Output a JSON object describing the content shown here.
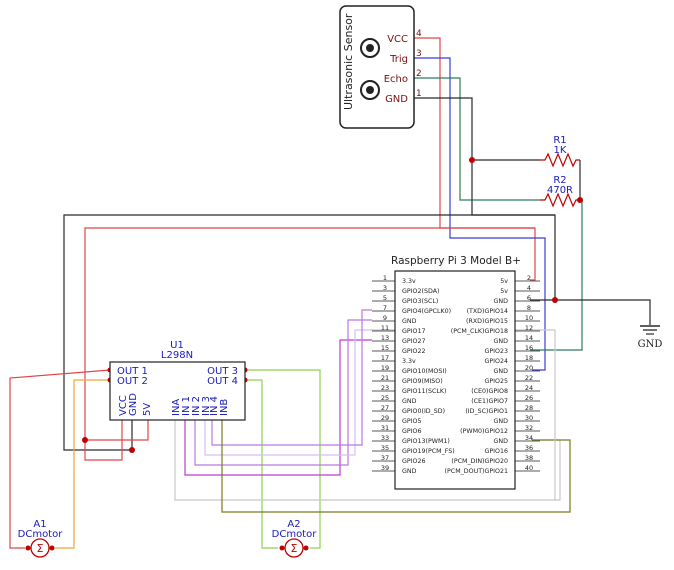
{
  "sensor": {
    "title": "Ultrasonic Sensor",
    "pins": [
      {
        "name": "VCC",
        "num": "4"
      },
      {
        "name": "Trig",
        "num": "3"
      },
      {
        "name": "Echo",
        "num": "2"
      },
      {
        "name": "GND",
        "num": "1"
      }
    ]
  },
  "r1": {
    "ref": "R1",
    "value": "1K"
  },
  "r2": {
    "ref": "R2",
    "value": "470R"
  },
  "gnd_label": "GND",
  "pi": {
    "title": "Raspberry Pi 3 Model B+",
    "rows": [
      {
        "ln": "1",
        "lt": "3.3v",
        "rt": "5v",
        "rn": "2"
      },
      {
        "ln": "3",
        "lt": "GPIO2(SDA)",
        "rt": "5v",
        "rn": "4"
      },
      {
        "ln": "5",
        "lt": "GPIO3(SCL)",
        "rt": "GND",
        "rn": "6"
      },
      {
        "ln": "7",
        "lt": "GPIO4(GPCLK0)",
        "rt": "(TXD)GPIO14",
        "rn": "8"
      },
      {
        "ln": "9",
        "lt": "GND",
        "rt": "(RXD)GPIO15",
        "rn": "10"
      },
      {
        "ln": "11",
        "lt": "GPIO17",
        "rt": "(PCM_CLK)GPIO18",
        "rn": "12"
      },
      {
        "ln": "13",
        "lt": "GPIO27",
        "rt": "GND",
        "rn": "14"
      },
      {
        "ln": "15",
        "lt": "GPIO22",
        "rt": "GPIO23",
        "rn": "16"
      },
      {
        "ln": "17",
        "lt": "3.3v",
        "rt": "GPIO24",
        "rn": "18"
      },
      {
        "ln": "19",
        "lt": "GPIO10(MOSI)",
        "rt": "GND",
        "rn": "20"
      },
      {
        "ln": "21",
        "lt": "GPIO9(MISO)",
        "rt": "GPIO25",
        "rn": "22"
      },
      {
        "ln": "23",
        "lt": "GPIO11(SCLK)",
        "rt": "(CE0)GPIO8",
        "rn": "24"
      },
      {
        "ln": "25",
        "lt": "GND",
        "rt": "(CE1)GPIO7",
        "rn": "26"
      },
      {
        "ln": "27",
        "lt": "GPIO0(ID_SD)",
        "rt": "(ID_SC)GPIO1",
        "rn": "28"
      },
      {
        "ln": "29",
        "lt": "GPIO5",
        "rt": "GND",
        "rn": "30"
      },
      {
        "ln": "31",
        "lt": "GPIO6",
        "rt": "(PWM0)GPIO12",
        "rn": "32"
      },
      {
        "ln": "33",
        "lt": "GPIO13(PWM1)",
        "rt": "GND",
        "rn": "34"
      },
      {
        "ln": "35",
        "lt": "GPIO19(PCM_FS)",
        "rt": "GPIO16",
        "rn": "36"
      },
      {
        "ln": "37",
        "lt": "GPIO26",
        "rt": "(PCM_DIN)GPIO20",
        "rn": "38"
      },
      {
        "ln": "39",
        "lt": "GND",
        "rt": "(PCM_DOUT)GPIO21",
        "rn": "40"
      }
    ]
  },
  "driver": {
    "ref": "U1",
    "part": "L298N",
    "out1": "OUT 1",
    "out2": "OUT 2",
    "out3": "OUT 3",
    "out4": "OUT 4",
    "bottom_pins": [
      "VCC",
      "GND",
      "5V"
    ],
    "input_pins": [
      "INA",
      "IN 1",
      "IN 2",
      "IN 3",
      "IN 4",
      "INB"
    ]
  },
  "motor_a1": {
    "ref": "A1",
    "part": "DCmotor"
  },
  "motor_a2": {
    "ref": "A2",
    "part": "DCmotor"
  },
  "wire_colors": {
    "red": "#e0464a",
    "blue": "#3b3bd6",
    "black": "#2a2a2a",
    "teal": "#2f7a5e",
    "orange": "#f2a43a",
    "lime": "#8fd14f",
    "magenta": "#c23bd0",
    "violet": "#b978e0",
    "lavender": "#d9bdf0",
    "lightgray": "#c8c8c8",
    "olive": "#7a7a22",
    "component_text": "#7a1010",
    "label_blue": "#1a1ab8"
  }
}
